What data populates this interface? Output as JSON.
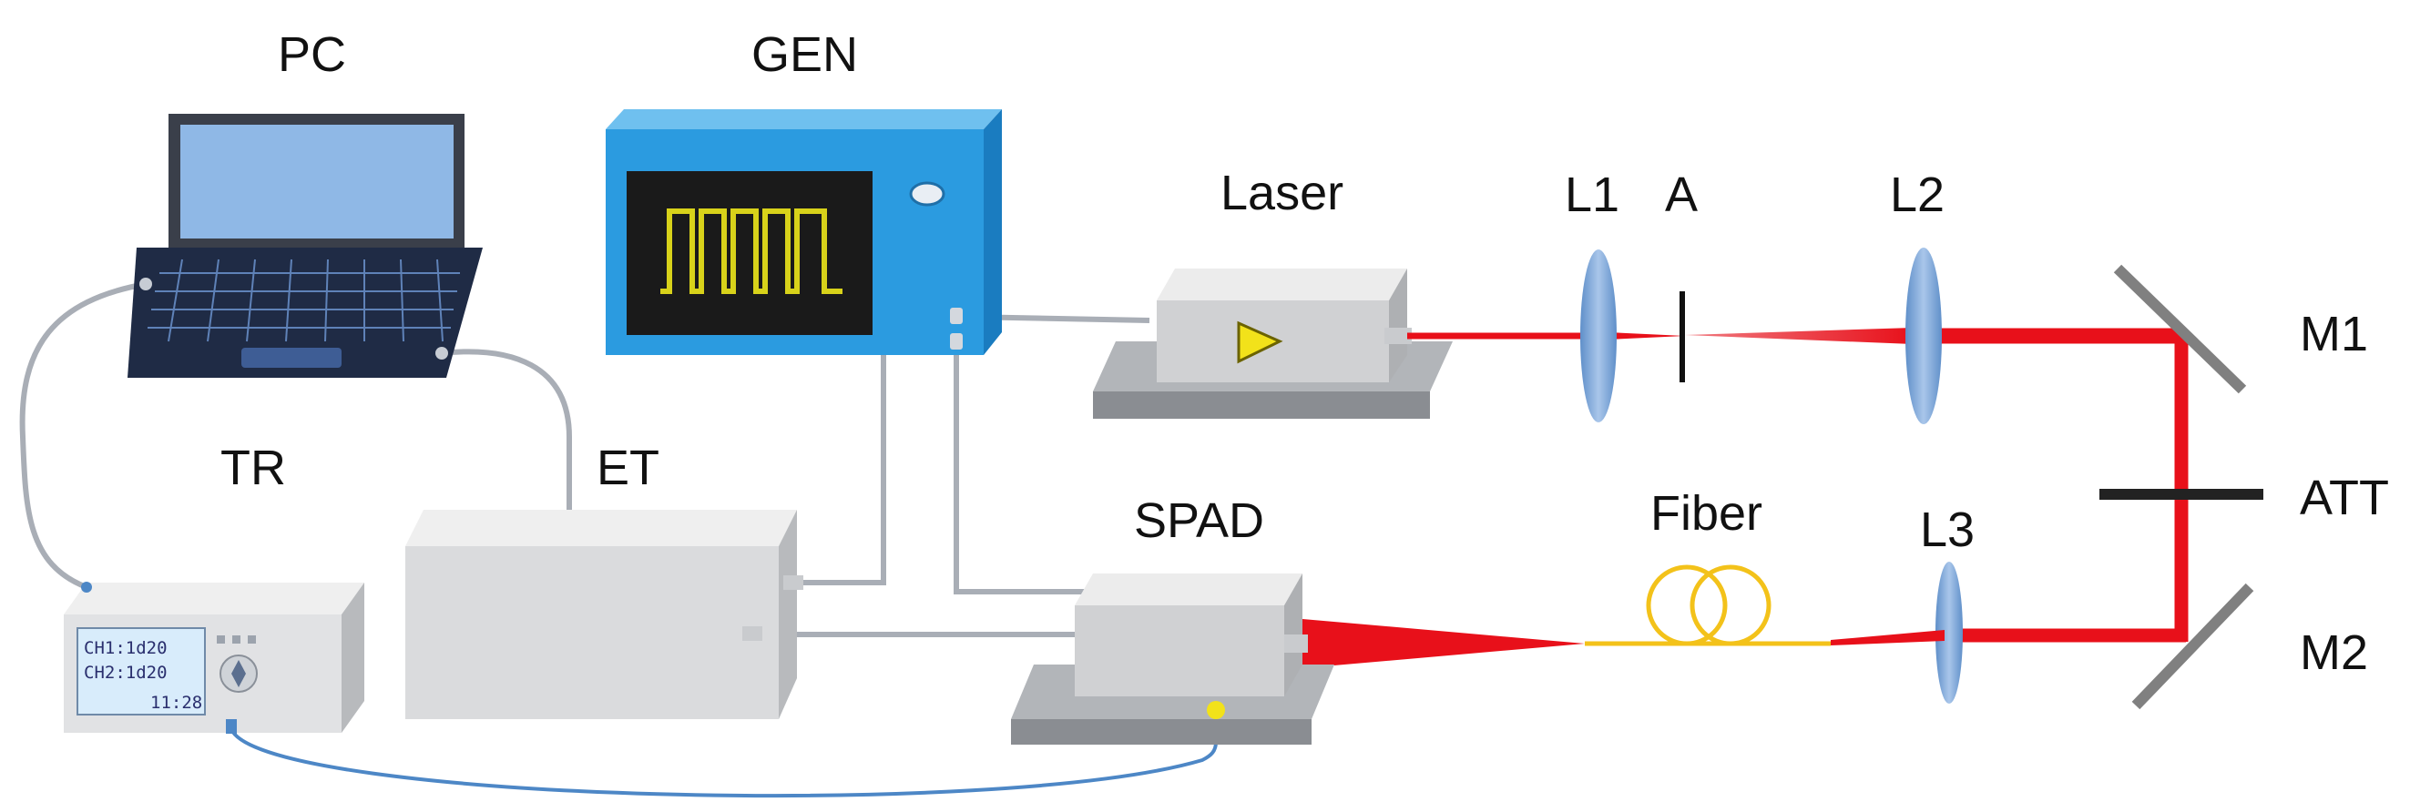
{
  "labels": {
    "pc": "PC",
    "gen": "GEN",
    "laser": "Laser",
    "l1": "L1",
    "a": "A",
    "l2": "L2",
    "m1": "M1",
    "tr": "TR",
    "et": "ET",
    "spad": "SPAD",
    "fiber": "Fiber",
    "l3": "L3",
    "att": "ATT",
    "m2": "M2"
  },
  "tr_display": {
    "line1": "CH1:1d20",
    "line2": "CH2:1d20",
    "line3": "11:28"
  },
  "colors": {
    "laser_beam": "#e8101a",
    "lens": "#7ea6d6",
    "signal_wave": "#d8d21a",
    "fiber_coil": "#f3c21a",
    "generator_body": "#2b9be0",
    "mirror": "#808080",
    "cable_blue": "#4d87c6",
    "cable_gray": "#a9aeb6"
  }
}
